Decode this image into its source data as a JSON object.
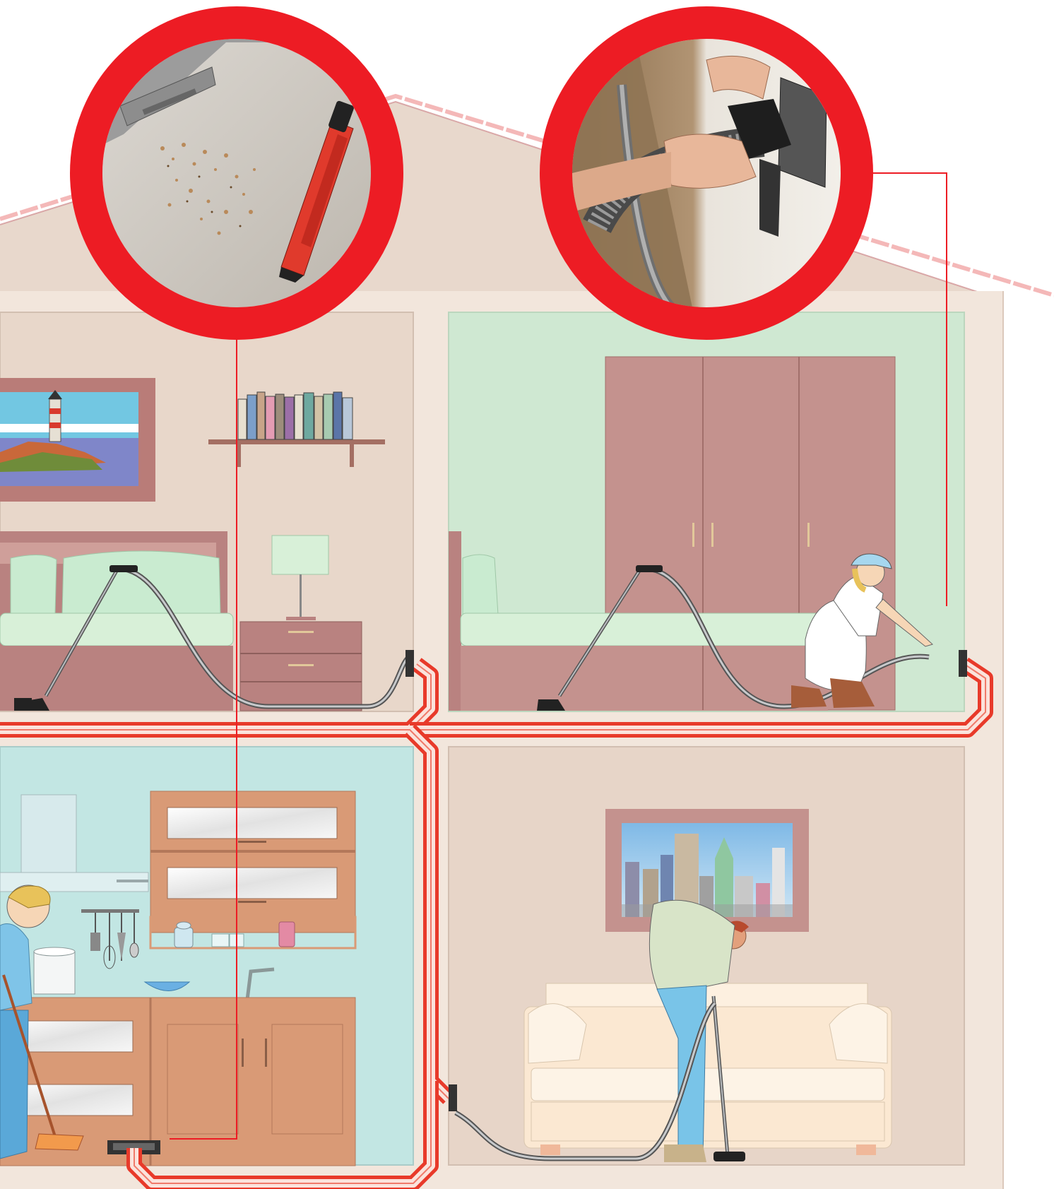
{
  "illustration": {
    "subject": "central-vacuum-system-house-cutaway",
    "colors": {
      "wall": "#e8d8cc",
      "house_outline": "#f2e6dc",
      "roof_trim": "#f4b8b8",
      "pipe_outer": "#e83a2a",
      "pipe_inner": "#fbe3dc",
      "callout_ring": "#ed1c24",
      "bedroom_green": "#cfe8d2",
      "kitchen_aqua": "#c2e6e3",
      "wardrobe": "#c4928e",
      "cabinet": "#d99a76",
      "hose": "#6f7478"
    },
    "rooms": [
      "bedroom",
      "guest-bedroom",
      "kitchen",
      "living-room"
    ],
    "callouts": [
      "floor-inlet-detail",
      "wall-inlet-detail"
    ]
  }
}
